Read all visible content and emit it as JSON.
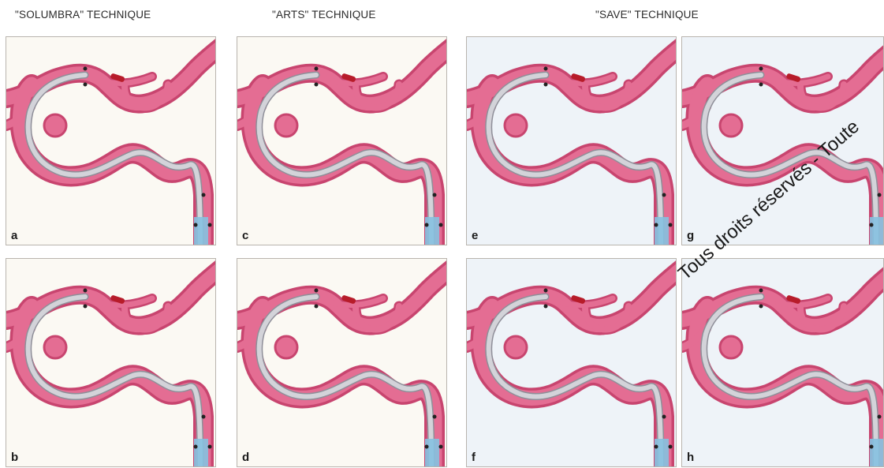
{
  "headings": {
    "solumbra": "\"SOLUMBRA\" TECHNIQUE",
    "arts": "\"ARTS\" TECHNIQUE",
    "save": "\"SAVE\" TECHNIQUE"
  },
  "panels": [
    {
      "label": "a",
      "technique": "solumbra",
      "bg": "#fbf9f3"
    },
    {
      "label": "b",
      "technique": "solumbra",
      "bg": "#fbf9f3"
    },
    {
      "label": "c",
      "technique": "arts",
      "bg": "#fbf9f3"
    },
    {
      "label": "d",
      "technique": "arts",
      "bg": "#fbf9f3"
    },
    {
      "label": "e",
      "technique": "save",
      "bg": "#eef3f8"
    },
    {
      "label": "f",
      "technique": "save",
      "bg": "#eef3f8"
    },
    {
      "label": "g",
      "technique": "save",
      "bg": "#eef3f8"
    },
    {
      "label": "h",
      "technique": "save",
      "bg": "#eef3f8"
    }
  ],
  "watermark": "Tous droits réservés - Toute",
  "colors": {
    "vessel": "#e46d93",
    "vessel_dark": "#c8456f",
    "catheter": "#d3d3d9",
    "sheath": "#86c1e0",
    "clot": "#b71c2a"
  }
}
